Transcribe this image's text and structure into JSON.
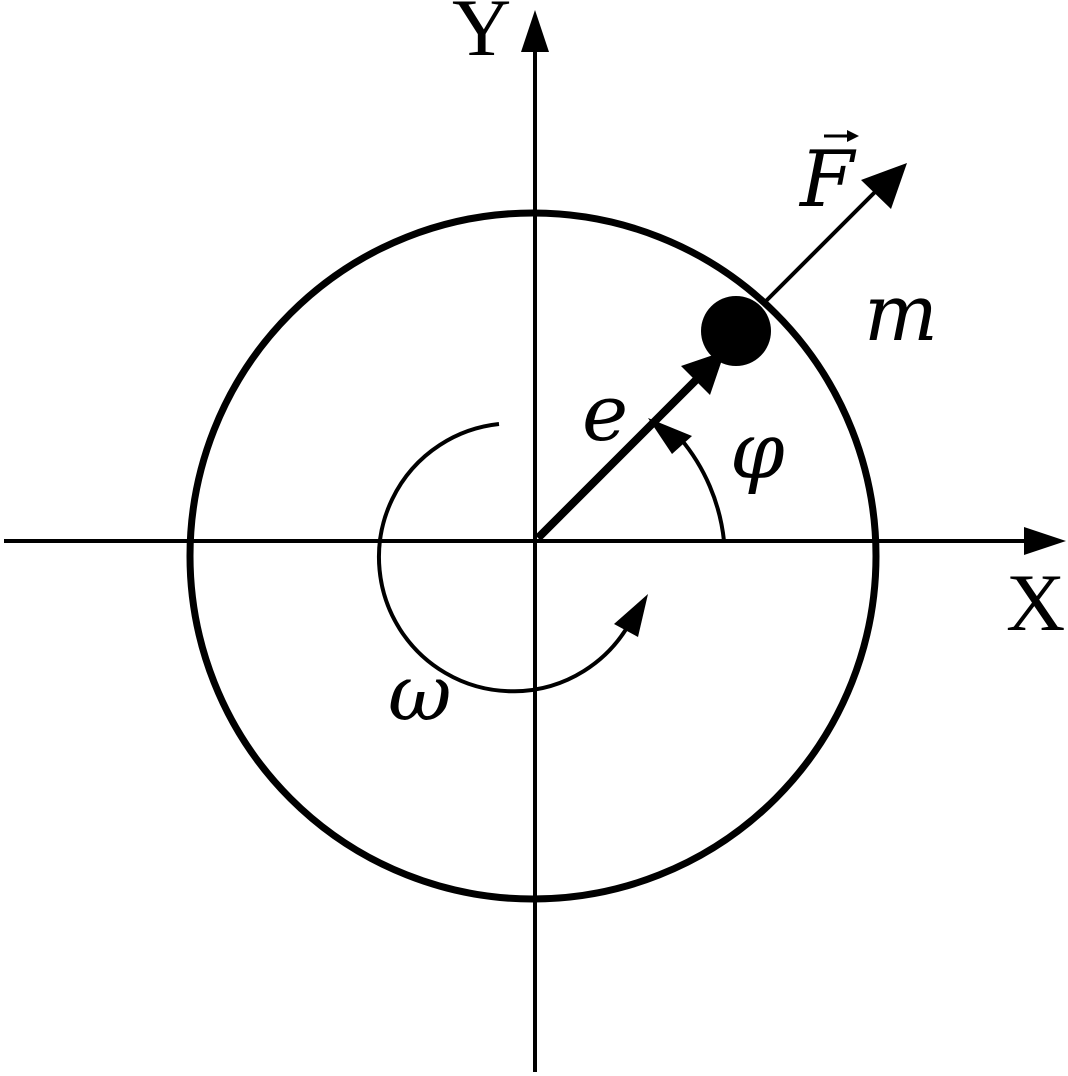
{
  "labels": {
    "y_axis": "Y",
    "x_axis": "X",
    "force": "F",
    "mass": "m",
    "eccentricity": "e",
    "angle": "φ",
    "angular_velocity": "ω"
  },
  "colors": {
    "stroke": "#000000",
    "background": "#ffffff"
  },
  "icons": {
    "force_vector_mark": "right-arrow-over-letter"
  }
}
